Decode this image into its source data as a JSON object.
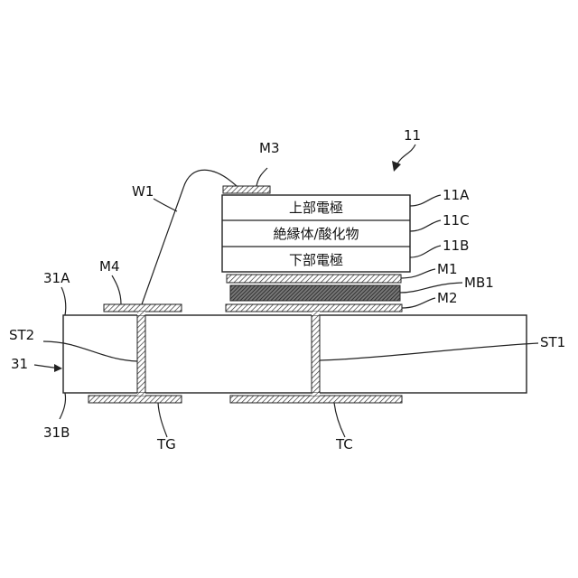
{
  "figure": {
    "device_ref": "11",
    "layers": {
      "upper_electrode": "上部電極",
      "insulator": "絶縁体/酸化物",
      "lower_electrode": "下部電極"
    },
    "labels": {
      "l_11A": "11A",
      "l_11C": "11C",
      "l_11B": "11B",
      "l_M1": "M1",
      "l_MB1": "MB1",
      "l_M2": "M2",
      "l_M3": "M3",
      "l_M4": "M4",
      "l_W1": "W1",
      "l_31A": "31A",
      "l_31": "31",
      "l_31B": "31B",
      "l_ST1": "ST1",
      "l_ST2": "ST2",
      "l_TG": "TG",
      "l_TC": "TC"
    }
  }
}
